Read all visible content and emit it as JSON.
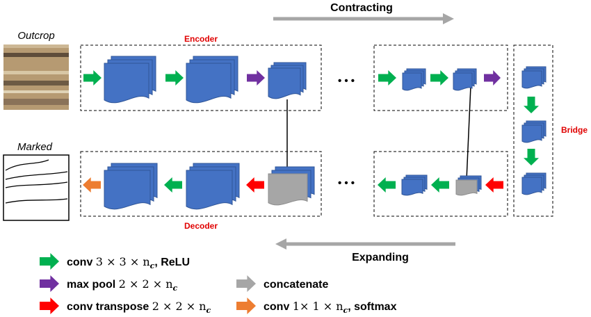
{
  "labels": {
    "contracting": "Contracting",
    "expanding": "Expanding",
    "encoder": "Encoder",
    "decoder": "Decoder",
    "bridge": "Bridge",
    "outcrop": "Outcrop",
    "marked": "Marked",
    "ellipsis": "• • •"
  },
  "legend": {
    "conv_relu": {
      "prefix": "conv ",
      "math": "3 × 3 × n",
      "sub": "c",
      "suffix": ", ReLU"
    },
    "max_pool": {
      "prefix": "max pool ",
      "math": "2 × 2 × n",
      "sub": "c",
      "suffix": ""
    },
    "conv_transpose": {
      "prefix": "conv transpose ",
      "math": "2 × 2 × n",
      "sub": "c",
      "suffix": ""
    },
    "concatenate": {
      "prefix": "concatenate"
    },
    "conv_softmax": {
      "prefix": "conv ",
      "math": "1× 1 × n",
      "sub": "c",
      "suffix": ", softmax"
    }
  },
  "colors": {
    "block": "#4472C4",
    "block_border": "#2F5597",
    "green": "#00B050",
    "purple": "#7030A0",
    "red": "#FF0000",
    "orange": "#ED7D31",
    "gray": "#A6A6A6",
    "label_red": "#E00000"
  }
}
